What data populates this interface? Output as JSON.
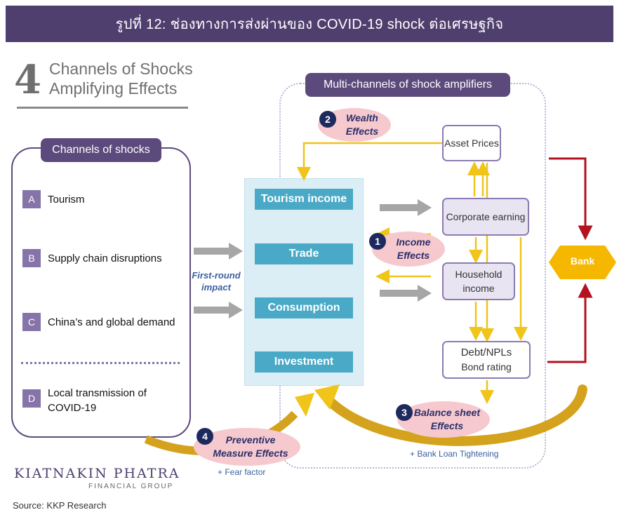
{
  "header": {
    "title": "รูปที่ 12: ช่องทางการส่งผ่านของ COVID-19 shock ต่อเศรษฐกิจ"
  },
  "title_block": {
    "number": "4",
    "line1": "Channels of Shocks",
    "line2": "Amplifying Effects"
  },
  "channels": {
    "label": "Channels of shocks",
    "items": [
      {
        "letter": "A",
        "text": "Tourism"
      },
      {
        "letter": "B",
        "text": "Supply chain disruptions"
      },
      {
        "letter": "C",
        "text": "China’s and global demand"
      },
      {
        "letter": "D",
        "text": "Local transmission of COVID-19"
      }
    ]
  },
  "first_round": {
    "text": "First-round impact"
  },
  "impact": {
    "items": [
      "Tourism income",
      "Trade",
      "Consumption",
      "Investment"
    ]
  },
  "amplifiers": {
    "label": "Multi-channels of shock amplifiers",
    "asset": "Asset Prices",
    "corporate": "Corporate earning",
    "household": "Household income",
    "debt_line1": "Debt/NPLs",
    "debt_line2": "Bond rating",
    "bank": "Bank"
  },
  "effects": [
    {
      "num": "1",
      "text": "Income Effects"
    },
    {
      "num": "2",
      "text": "Wealth Effects"
    },
    {
      "num": "3",
      "text": "Balance sheet Effects"
    },
    {
      "num": "4",
      "text": "Preventive Measure Effects"
    }
  ],
  "notes": {
    "bank_loan": "+ Bank Loan Tightening",
    "fear": "+ Fear factor"
  },
  "logo": {
    "main": "KIATNAKIN PHATRA",
    "sub": "FINANCIAL GROUP"
  },
  "source": "Source: KKP Research",
  "colors": {
    "purple": "#5c4a7d",
    "teal": "#4aa9c6",
    "gold": "#f0c419",
    "red": "#b3121e",
    "pink": "#f6c9ce"
  }
}
